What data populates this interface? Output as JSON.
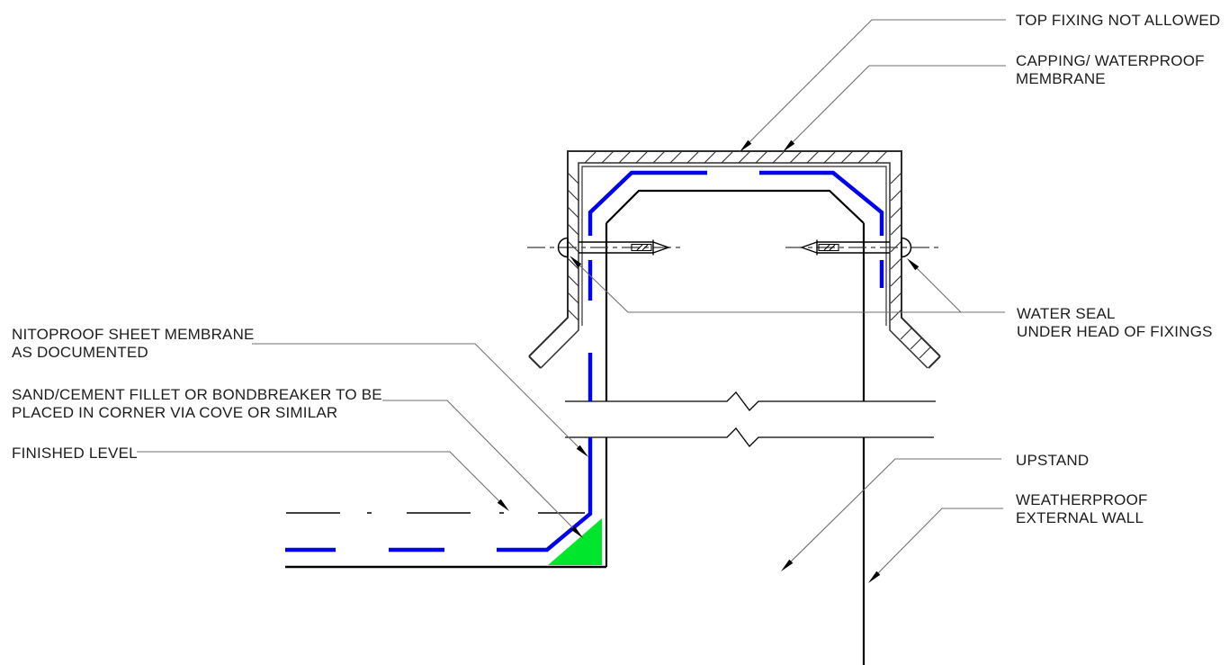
{
  "drawing": {
    "type": "construction-detail",
    "colors": {
      "membrane_blue": "#0000F0",
      "fillet_green": "#00E62C",
      "structure_line": "#000000",
      "capping_line": "#2e2e2e",
      "leader_line": "#6f6f6f",
      "text": "#1c1c1c",
      "background": "#ffffff"
    },
    "callouts": {
      "top_fixing": {
        "lines": [
          "TOP FIXING NOT ALLOWED"
        ]
      },
      "capping": {
        "lines": [
          "CAPPING/ WATERPROOF",
          "MEMBRANE"
        ]
      },
      "water_seal": {
        "lines": [
          "WATER SEAL",
          "UNDER HEAD OF FIXINGS"
        ]
      },
      "upstand": {
        "lines": [
          "UPSTAND"
        ]
      },
      "external_wall": {
        "lines": [
          "WEATHERPROOF",
          "EXTERNAL WALL"
        ]
      },
      "membrane": {
        "lines": [
          "NITOPROOF SHEET MEMBRANE",
          "AS DOCUMENTED"
        ]
      },
      "fillet": {
        "lines": [
          "SAND/CEMENT FILLET OR BONDBREAKER TO BE",
          "PLACED IN CORNER VIA COVE OR SIMILAR"
        ]
      },
      "finished_level": {
        "lines": [
          "FINISHED LEVEL"
        ]
      }
    }
  }
}
